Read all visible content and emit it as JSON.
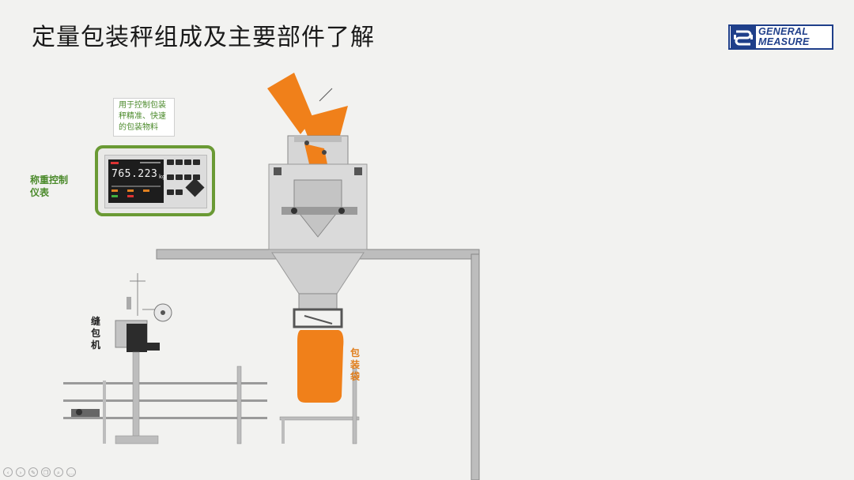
{
  "title": "定量包装秤组成及主要部件了解",
  "logo": {
    "line1": "GENERAL",
    "line2": "MEASURE",
    "color": "#1f3f8a"
  },
  "instrument": {
    "label": "称重控制\n仪表",
    "note": "用于控制包装\n秤精准、快速\n的包装物料",
    "reading": "765.223",
    "unit": "kg"
  },
  "sewing_machine": {
    "label": "缝包机"
  },
  "bag": {
    "label": "包装袋"
  },
  "colors": {
    "accent_orange": "#f0801a",
    "accent_green": "#4b8a2b",
    "steel": "#b8b8b8"
  },
  "bottom_toolbar": {
    "icons": [
      "prev-icon",
      "next-icon",
      "pen-icon",
      "copy-icon",
      "zoom-icon",
      "more-icon"
    ]
  }
}
